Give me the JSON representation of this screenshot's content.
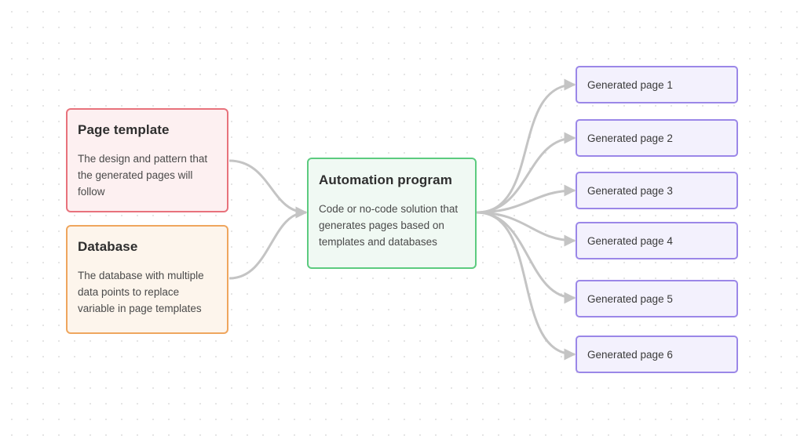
{
  "inputs": [
    {
      "title": "Page template",
      "description": "The design and pattern that the generated pages will follow",
      "border_color": "#e8727c",
      "fill_color": "#fdf0f1"
    },
    {
      "title": "Database",
      "description": "The database with multiple data points to replace variable in page templates",
      "border_color": "#efa65e",
      "fill_color": "#fdf5ec"
    }
  ],
  "processor": {
    "title": "Automation program",
    "description": "Code or no-code solution that generates pages based on templates and databases",
    "border_color": "#5ccb7f",
    "fill_color": "#f0f9f3"
  },
  "outputs": {
    "border_color": "#9b87e8",
    "fill_color": "#f3f1fd",
    "items": [
      {
        "label": "Generated page 1"
      },
      {
        "label": "Generated page 2"
      },
      {
        "label": "Generated page 3"
      },
      {
        "label": "Generated page 4"
      },
      {
        "label": "Generated page 5"
      },
      {
        "label": "Generated page 6"
      }
    ]
  },
  "connector_color": "#c4c4c4"
}
